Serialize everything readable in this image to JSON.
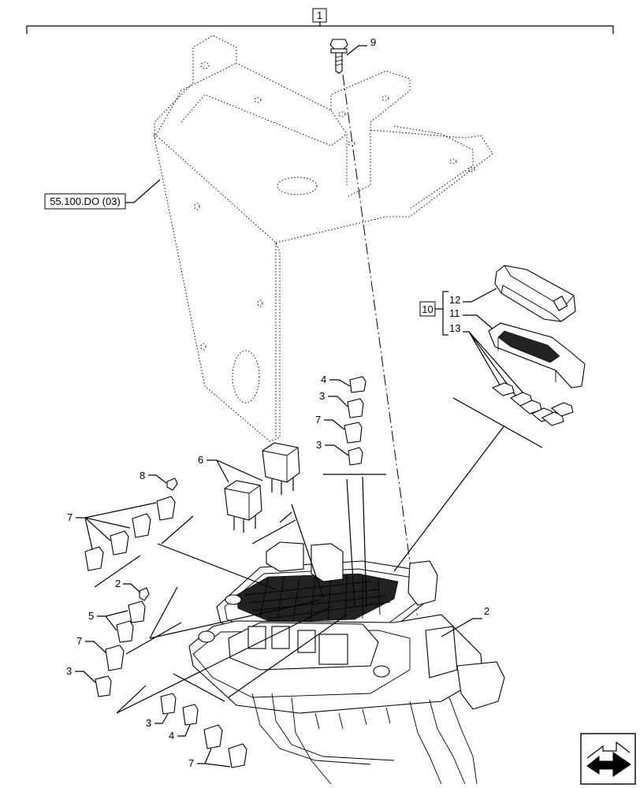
{
  "reference_box": "1",
  "reference_link": "55.100.DO (03)",
  "kit_box": "10",
  "callouts": {
    "c9": "9",
    "c12": "12",
    "c11": "11",
    "c13": "13",
    "c4a": "4",
    "c3a": "3",
    "c7a": "7",
    "c3b": "3",
    "c6": "6",
    "c8": "8",
    "c7b": "7",
    "c2a": "2",
    "c5": "5",
    "c7c": "7",
    "c3c": "3",
    "c2b": "2",
    "c3d": "3",
    "c4b": "4",
    "c7d": "7"
  },
  "nav_icon": "next-page-arrow-icon"
}
